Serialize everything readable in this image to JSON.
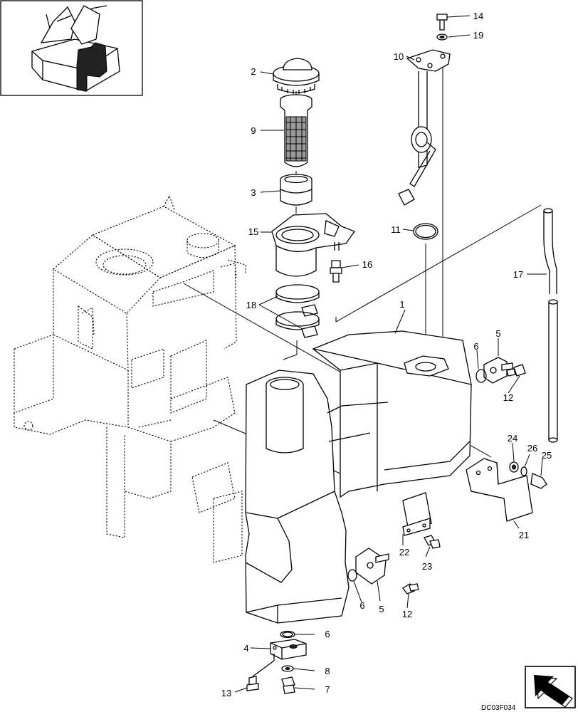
{
  "callouts": [
    "1",
    "2",
    "3",
    "4",
    "5",
    "5",
    "6",
    "6",
    "6",
    "7",
    "8",
    "9",
    "10",
    "11",
    "12",
    "12",
    "13",
    "14",
    "15",
    "16",
    "17",
    "18",
    "19",
    "21",
    "22",
    "23",
    "24",
    "25",
    "26"
  ],
  "drawing_code": "DC03F034"
}
